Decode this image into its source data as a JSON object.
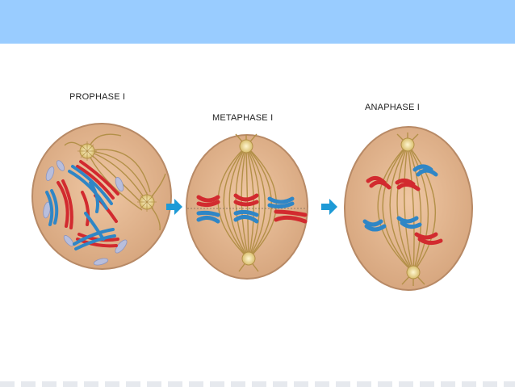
{
  "slide": {
    "header_color": "#99ccff",
    "stages": [
      {
        "id": "prophase",
        "label": "PROPHASE I"
      },
      {
        "id": "metaphase",
        "label": "METAPHASE I"
      },
      {
        "id": "anaphase",
        "label": "ANAPHASE I"
      }
    ]
  },
  "colors": {
    "cell_fill": "#e2b690",
    "cell_border": "#b88a66",
    "spindle": "#b39048",
    "centrosome": "#e8d9a0",
    "chromosome_red": "#d22a2f",
    "chromosome_blue": "#2f86c6",
    "nuclear_fragment": "#b8bedc",
    "arrow": "#1e9ad6"
  },
  "icons": {
    "arrow_1": "arrow-right-icon",
    "arrow_2": "arrow-right-icon"
  }
}
